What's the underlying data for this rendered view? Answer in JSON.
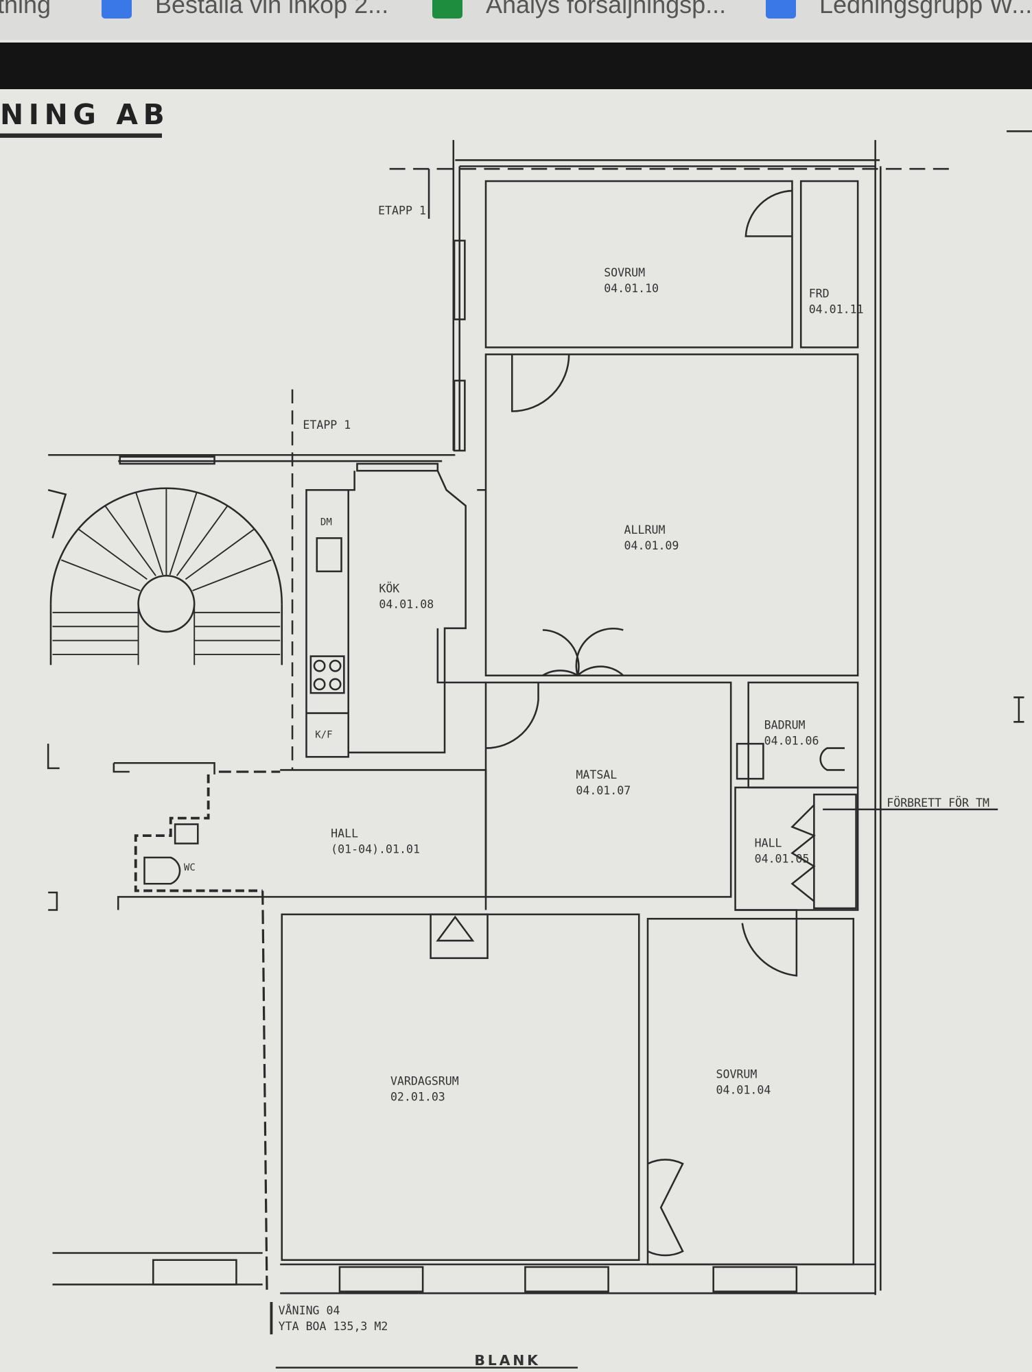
{
  "browser": {
    "bookmarks": [
      {
        "label": "tning",
        "icon": "doc-icon",
        "color": ""
      },
      {
        "label": "Beställa vin inköp 2...",
        "icon": "doc-icon",
        "color": "#3b78e7"
      },
      {
        "label": "Analys försäljningsp...",
        "icon": "sheet-icon",
        "color": "#1e8e3e"
      },
      {
        "label": "Ledningsgrupp W...",
        "icon": "doc-icon",
        "color": "#3b78e7"
      }
    ]
  },
  "drawing": {
    "company": "NING AB",
    "footer_title": "BLANK",
    "floor": "VÅNING 04",
    "area": "YTA BOA 135,3 M2",
    "etapp_label_1": "ETAPP 1",
    "etapp_label_2": "ETAPP 1",
    "note": "FÖRBRETT FÖR TM",
    "fixtures": {
      "dishwasher": "DM",
      "fridge_freezer": "K/F",
      "wc": "WC"
    },
    "rooms": [
      {
        "name": "SOVRUM",
        "id": "04.01.10"
      },
      {
        "name": "FRD",
        "id": "04.01.11"
      },
      {
        "name": "ALLRUM",
        "id": "04.01.09"
      },
      {
        "name": "KÖK",
        "id": "04.01.08"
      },
      {
        "name": "MATSAL",
        "id": "04.01.07"
      },
      {
        "name": "BADRUM",
        "id": "04.01.06"
      },
      {
        "name": "HALL",
        "id": "04.01.05"
      },
      {
        "name": "HALL",
        "id": "(01-04).01.01"
      },
      {
        "name": "VARDAGSRUM",
        "id": "02.01.03"
      },
      {
        "name": "SOVRUM",
        "id": "04.01.04"
      }
    ]
  }
}
